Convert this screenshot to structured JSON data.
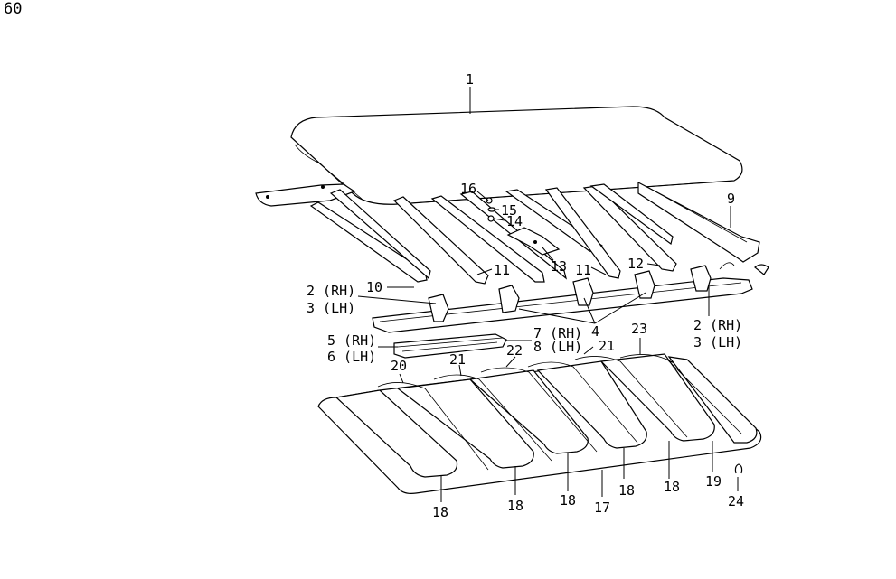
{
  "page_number": "60",
  "callouts": {
    "c1": "1",
    "c16": "16",
    "c15": "15",
    "c14": "14",
    "c9": "9",
    "c13": "13",
    "c11a": "11",
    "c11b": "11",
    "c12": "12",
    "c10": "10",
    "c2_left": "2 (RH)",
    "c3_left": "3 (LH)",
    "c4": "4",
    "c2_right": "2 (RH)",
    "c3_right": "3 (LH)",
    "c7": "7 (RH)",
    "c8": "8 (LH)",
    "c5": "5 (RH)",
    "c6": "6 (LH)",
    "c20": "20",
    "c21a": "21",
    "c22": "22",
    "c21b": "21",
    "c23": "23",
    "c18a": "18",
    "c18b": "18",
    "c18c": "18",
    "c18d": "18",
    "c18e": "18",
    "c17": "17",
    "c19": "19",
    "c24": "24"
  }
}
